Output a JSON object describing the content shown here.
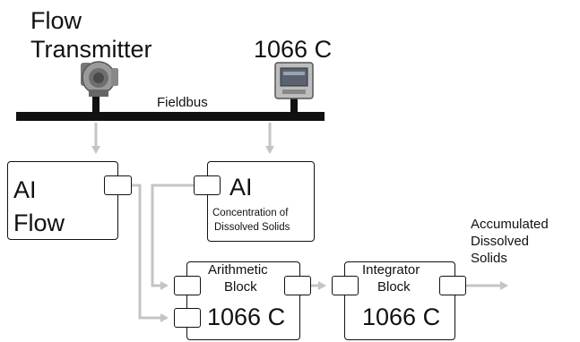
{
  "devices": {
    "flow_transmitter_label_line1": "Flow",
    "flow_transmitter_label_line2": "Transmitter",
    "analyzer_label": "1066 C"
  },
  "bus": {
    "label": "Fieldbus"
  },
  "blocks": {
    "ai_flow": {
      "line1": "AI",
      "line2": "Flow"
    },
    "ai_conc": {
      "title": "AI",
      "desc_line1": "Concentration of",
      "desc_line2": "Dissolved Solids"
    },
    "arithmetic": {
      "title_line1": "Arithmetic",
      "title_line2": "Block",
      "device": "1066 C"
    },
    "integrator": {
      "title_line1": "Integrator",
      "title_line2": "Block",
      "device": "1066 C"
    }
  },
  "output": {
    "line1": "Accumulated",
    "line2": "Dissolved",
    "line3": "Solids"
  },
  "colors": {
    "line": "#111111",
    "flow_arrow": "#c4c4c4",
    "device_body": "#8a8a8a"
  }
}
